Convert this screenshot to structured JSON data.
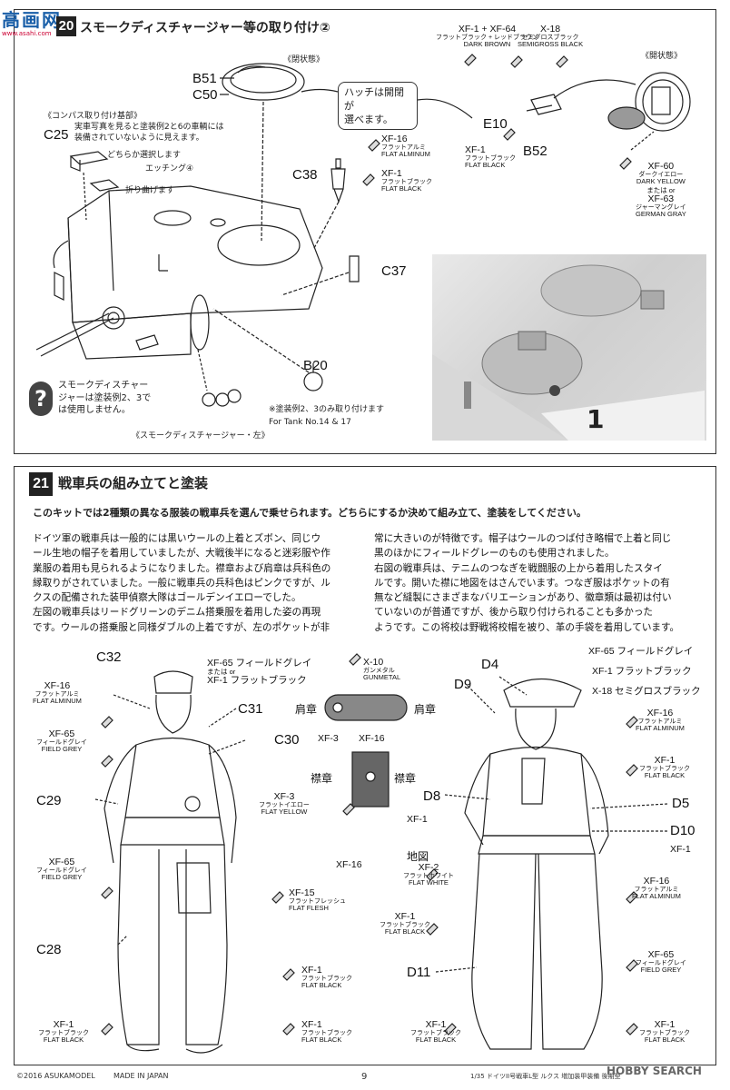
{
  "watermark": {
    "chars": "高画网",
    "sub": "www.asahi.com"
  },
  "step20": {
    "number": "20",
    "title": "スモークディスチャージャー等の取り付け②",
    "hatch_state_left": "《閉状態》",
    "hatch_state_right": "《開状態》",
    "hatch_note": [
      "ハッチは開閉が",
      "選べます。"
    ],
    "compass_title": "《コンパス取り付け基部》",
    "compass_note": [
      "実車写真を見ると塗装例2と6の車輌には",
      "装備されていないように見えます。"
    ],
    "compass_choice": "どちらか選択します",
    "etching": "エッチング④",
    "fold": "折り曲げます",
    "smoke_note": [
      "スモークディスチャー",
      "ジャーは塗装例2、3で",
      "は使用しません。"
    ],
    "smoke_caption": "《スモークディスチャージャー・左》",
    "tank_note_jp": "※塗装例2、3のみ取り付けます",
    "tank_note_en": "For Tank No.14 & 17",
    "parts": {
      "b51": "B51",
      "c50": "C50",
      "c25": "C25",
      "c38": "C38",
      "c37": "C37",
      "b20": "B20",
      "e10": "E10",
      "b52": "B52"
    },
    "paints": {
      "xf1_xf64": {
        "code": "XF-1 + XF-64",
        "jp": "フラットブラック + レッドブラウン",
        "en": "DARK BROWN"
      },
      "x18": {
        "code": "X-18",
        "jp": "セミグロスブラック",
        "en": "SEMIGROSS BLACK"
      },
      "xf1_b52": {
        "code": "XF-1",
        "jp": "フラットブラック",
        "en": "FLAT BLACK"
      },
      "xf60": {
        "code": "XF-60",
        "jp": "ダークイエロー",
        "en": "DARK YELLOW"
      },
      "or": "または or",
      "xf63": {
        "code": "XF-63",
        "jp": "ジャーマングレイ",
        "en": "GERMAN GRAY"
      },
      "xf16_c38": {
        "code": "XF-16",
        "jp": "フラットアルミ",
        "en": "FLAT ALMINUM"
      },
      "xf1_c38": {
        "code": "XF-1",
        "jp": "フラットブラック",
        "en": "FLAT BLACK"
      }
    },
    "photo_number": "1"
  },
  "step21": {
    "number": "21",
    "title": "戦車兵の組み立てと塗装",
    "intro": "このキットでは2種類の異なる服装の戦車兵を選んで乗せられます。どちらにするか決めて組み立て、塗装をしてください。",
    "col1": [
      "ドイツ軍の戦車兵は一般的には黒いウールの上着とズボン、同じウ",
      "ール生地の帽子を着用していましたが、大戦後半になると迷彩服や作",
      "業服の着用も見られるようになりました。襟章および肩章は兵科色の",
      "縁取りがされていました。一般に戦車兵の兵科色はピンクですが、ル",
      "クスの配備された装甲偵察大隊はゴールデンイエローでした。",
      "左図の戦車兵はリードグリーンのデニム搭乗服を着用した姿の再現",
      "です。ウールの搭乗服と同様ダブルの上着ですが、左のポケットが非"
    ],
    "col2": [
      "常に大きいのが特徴です。帽子はウールのつば付き略帽で上着と同じ",
      "黒のほかにフィールドグレーのものも使用されました。",
      "右図の戦車兵は、テニムのつなぎを戦闘服の上から着用したスタイ",
      "ルです。開いた襟に地図をはさんでいます。つなぎ服はポケットの有",
      "無など縫製にさまざまなバリエーションがあり、徽章類は最初は付い",
      "ていないのが普通ですが、後から取り付けられることも多かった",
      "ようです。この将校は野戦将校帽を被り、革の手袋を着用しています。"
    ],
    "left_parts": {
      "c32": "C32",
      "c31": "C31",
      "c30": "C30",
      "c29": "C29",
      "c28": "C28"
    },
    "right_parts": {
      "d4": "D4",
      "d9": "D9",
      "d8": "D8",
      "d5": "D5",
      "d10": "D10",
      "d11": "D11",
      "map": "地図"
    },
    "shoulder": "肩章",
    "collar": "襟章",
    "insignia_paints": {
      "x10": {
        "code": "X-10",
        "jp": "ガンメタル",
        "en": "GUNMETAL"
      },
      "xf3_top": "XF-3",
      "xf16_top": "XF-16",
      "xf3": {
        "code": "XF-3",
        "jp": "フラットイエロー",
        "en": "FLAT YELLOW"
      },
      "xf1": "XF-1",
      "xf16": "XF-16"
    },
    "left_paints": {
      "cap": {
        "code": "XF-65 フィールドグレイ",
        "or": "または or",
        "alt": "XF-1 フラットブラック"
      },
      "xf16": {
        "code": "XF-16",
        "jp": "フラットアルミ",
        "en": "FLAT ALMINUM"
      },
      "xf65a": {
        "code": "XF-65",
        "jp": "フィールドグレイ",
        "en": "FIELD GREY"
      },
      "xf65b": {
        "code": "XF-65",
        "jp": "フィールドグレイ",
        "en": "FIELD GREY"
      },
      "xf15": {
        "code": "XF-15",
        "jp": "フラットフレッシュ",
        "en": "FLAT FLESH"
      },
      "xf1a": {
        "code": "XF-1",
        "jp": "フラットブラック",
        "en": "FLAT BLACK"
      },
      "xf1b": {
        "code": "XF-1",
        "jp": "フラットブラック",
        "en": "FLAT BLACK"
      },
      "xf1c": {
        "code": "XF-1",
        "jp": "フラットブラック",
        "en": "FLAT BLACK"
      }
    },
    "right_paints": {
      "xf65": "XF-65 フィールドグレイ",
      "xf1": "XF-1 フラットブラック",
      "x18": "X-18 セミグロスブラック",
      "xf16a": {
        "code": "XF-16",
        "jp": "フラットアルミ",
        "en": "FLAT ALMINUM"
      },
      "xf1a": {
        "code": "XF-1",
        "jp": "フラットブラック",
        "en": "FLAT BLACK"
      },
      "xf1d": "XF-1",
      "xf2": {
        "code": "XF-2",
        "jp": "フラットホワイト",
        "en": "FLAT WHITE"
      },
      "xf1b": {
        "code": "XF-1",
        "jp": "フラットブラック",
        "en": "FLAT BLACK"
      },
      "xf16b": {
        "code": "XF-16",
        "jp": "フラットアルミ",
        "en": "FLAT ALMINUM"
      },
      "xf65b": {
        "code": "XF-65",
        "jp": "フィールドグレイ",
        "en": "FIELD GREY"
      },
      "xf1c": {
        "code": "XF-1",
        "jp": "フラットブラック",
        "en": "FLAT BLACK"
      },
      "xf1e": {
        "code": "XF-1",
        "jp": "フラットブラック",
        "en": "FLAT BLACK"
      }
    },
    "xf16_mid": "XF-16"
  },
  "footer": {
    "copyright": "©2016 ASUKAMODEL",
    "made": "MADE IN JAPAN",
    "page": "9",
    "kit": "1/35 ドイツII号戦車L型 ルクス 増加装甲装備 後期型",
    "site": "HOBBY SEARCH"
  }
}
